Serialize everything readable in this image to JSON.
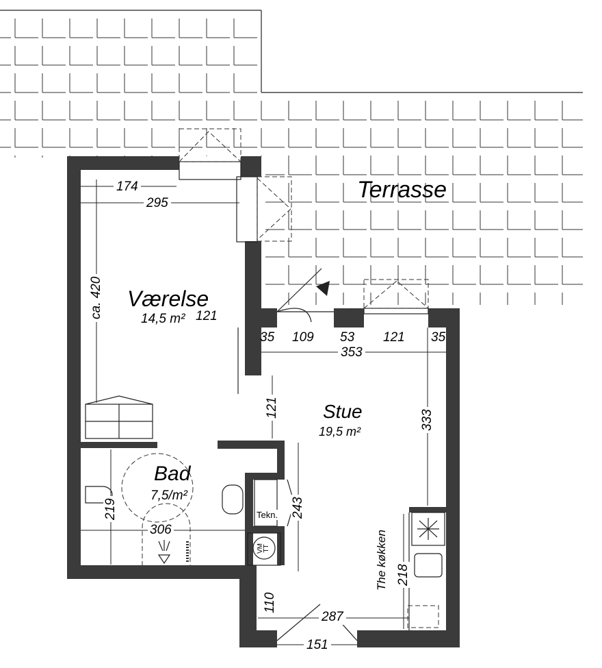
{
  "rooms": {
    "terrasse": {
      "name": "Terrasse"
    },
    "vaerelse": {
      "name": "Værelse",
      "area": "14,5 m²"
    },
    "stue": {
      "name": "Stue",
      "area": "19,5 m²"
    },
    "bad": {
      "name": "Bad",
      "area": "7,5/m²"
    },
    "tekn": {
      "name": "Tekn."
    },
    "kitchen": {
      "name": "The køkken"
    },
    "vm_tt": {
      "line1": "VM",
      "line2": "TT"
    }
  },
  "dimensions": {
    "vaerelse_top": "174",
    "vaerelse_width": "295",
    "vaerelse_height": "ca. 420",
    "vaerelse_window": "121",
    "stue_wall_a": "35",
    "stue_door": "109",
    "stue_wall_b": "53",
    "stue_window": "121",
    "stue_wall_c": "35",
    "stue_width": "353",
    "stue_depth": "333",
    "stue_passage": "121",
    "tekn_height": "243",
    "bad_height": "219",
    "bad_width": "306",
    "kitchen_length": "218",
    "entry_depth": "110",
    "entry_width": "287",
    "entry_door": "151"
  },
  "colors": {
    "wall": "#3b3b3b",
    "line": "#222222",
    "background": "#ffffff"
  }
}
